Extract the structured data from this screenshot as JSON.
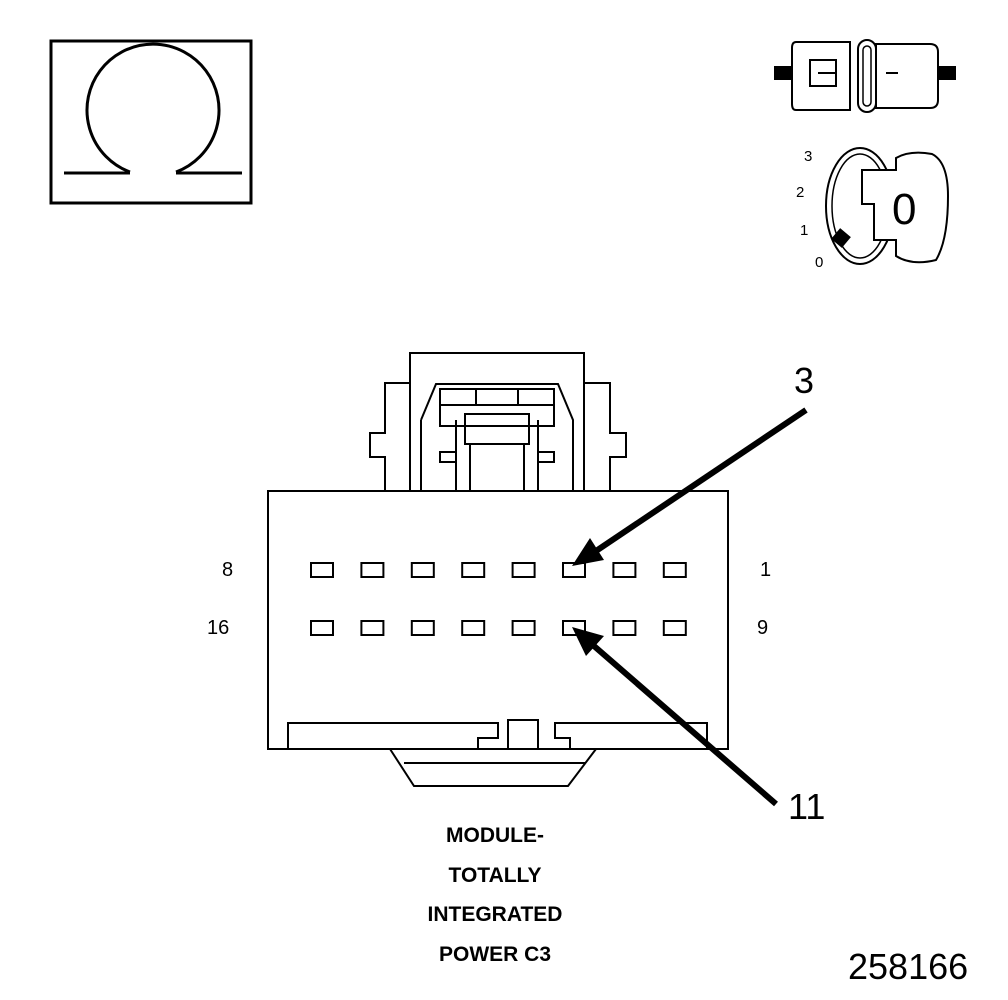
{
  "icons": {
    "ohmmeter": "ohm-symbol-icon",
    "connector_disconnected": "disconnected-connector-icon",
    "ignition_key": "ignition-key-icon"
  },
  "ignition": {
    "positions": [
      "3",
      "2",
      "1",
      "0"
    ],
    "key_label": "0"
  },
  "connector": {
    "pins": {
      "top_row": {
        "left": "8",
        "right": "1"
      },
      "bottom_row": {
        "left": "16",
        "right": "9"
      }
    },
    "callouts": {
      "upper": "3",
      "lower": "11"
    },
    "caption": [
      "MODULE-",
      "TOTALLY",
      "INTEGRATED",
      "POWER C3"
    ]
  },
  "figure_number": "258166"
}
